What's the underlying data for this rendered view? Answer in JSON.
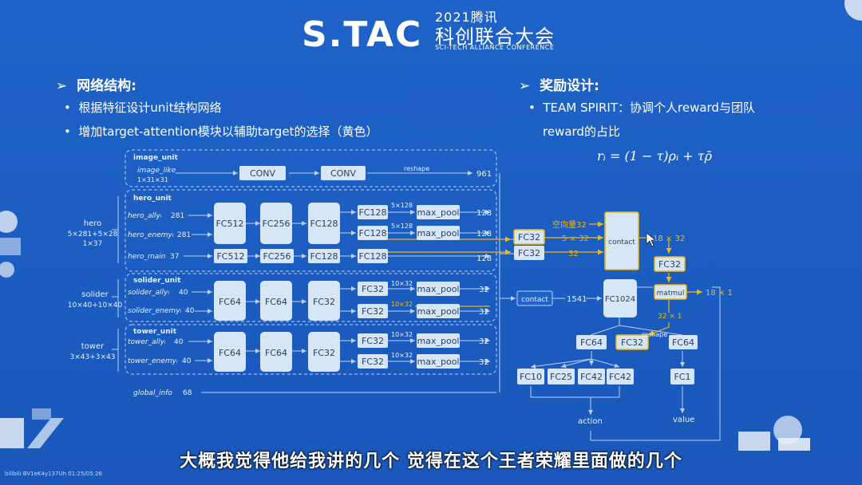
{
  "header": {
    "logo_text": "S.TAC",
    "year": "2021腾讯",
    "conference_cn": "科创联合大会",
    "conference_en": "SCI-TECH ALLIANCE CONFERENCE"
  },
  "left_section": {
    "heading": "网络结构:",
    "bullets": [
      "根据特征设计unit结构网络",
      "增加target-attention模块以辅助target的选择（黄色）"
    ]
  },
  "right_section": {
    "heading": "奖励设计:",
    "bullet_line1": "TEAM SPIRIT：协调个人reward与团队",
    "bullet_line2": "reward的占比",
    "formula": "rᵢ = (1 − τ)ρᵢ + τρ̄"
  },
  "diagram": {
    "image_unit": {
      "title": "image_unit",
      "input": "image_like",
      "input_dim": "1×31×31",
      "conv1": "CONV",
      "conv2": "CONV",
      "reshape": "reshape",
      "out": "961"
    },
    "hero_group": {
      "name": "hero",
      "dims": "5×281+5×28",
      "dims2": "1×37"
    },
    "hero_unit": {
      "title": "hero_unit",
      "ally": "hero_allyᵢ",
      "ally_n": "281",
      "enemy": "hero_enemyᵢ",
      "enemy_n": "281",
      "main": "hero_main",
      "main_n": "37",
      "fc512": "FC512",
      "fc256": "FC256",
      "fc128": "FC128",
      "fc128b": "FC128",
      "dim1": "5×128",
      "dim2": "5×128",
      "maxpool": "max_pool",
      "out1": "128",
      "out2": "128",
      "out3": "128"
    },
    "solider_group": {
      "name": "solider",
      "dims": "10×40+10×40"
    },
    "solider_unit": {
      "title": "solider_unit",
      "ally": "solider_allyᵢ",
      "ally_n": "40",
      "enemy": "solider_enemyᵢ",
      "enemy_n": "40",
      "fc64": "FC64",
      "fc32": "FC32",
      "dim1": "10×32",
      "dim2": "10×32",
      "maxpool": "max_pool",
      "out1": "32",
      "out2": "32"
    },
    "tower_group": {
      "name": "tower",
      "dims": "3×43+3×43"
    },
    "tower_unit": {
      "title": "tower_unit",
      "ally": "tower_allyᵢ",
      "ally_n": "40",
      "enemy": "tower_enemyᵢ",
      "enemy_n": "40",
      "fc64": "FC64",
      "fc32": "FC32",
      "dim1": "10×32",
      "dim2": "10×32",
      "maxpool": "max_pool",
      "out1": "32",
      "out2": "32"
    },
    "global_info": {
      "label": "global_info",
      "n": "68"
    },
    "right": {
      "fc32a": "FC32",
      "fc32b": "FC32",
      "lbl_dir": "空向量32",
      "lbl_5x32": "5 × 32",
      "lbl_32": "32",
      "contact1": "contact",
      "out_18x32": "18 × 32",
      "fc32c": "FC32",
      "matmul": "matmul",
      "out_18x1": "18 × 1",
      "lbl_32x1": "32 × 1",
      "contact2": "contact",
      "n1541": "1541",
      "fc1024": "FC1024",
      "reshape": "reshape",
      "fc64a": "FC64",
      "fc32d": "FC32",
      "fc64b": "FC64",
      "fc10": "FC10",
      "fc25": "FC25",
      "fc42a": "FC42",
      "fc42b": "FC42",
      "fc1": "FC1",
      "action": "action",
      "value": "value"
    }
  },
  "subtitle": "大概我觉得他给我讲的几个 觉得在这个王者荣耀里面做的几个",
  "watermark": "bilibili BV1eK4y137Uh 01:25/05:26",
  "colors": {
    "background": "#1c5fc4",
    "node_fill": "#d7e6f7",
    "attention": "#f2b705",
    "line": "#b9d1ef"
  }
}
